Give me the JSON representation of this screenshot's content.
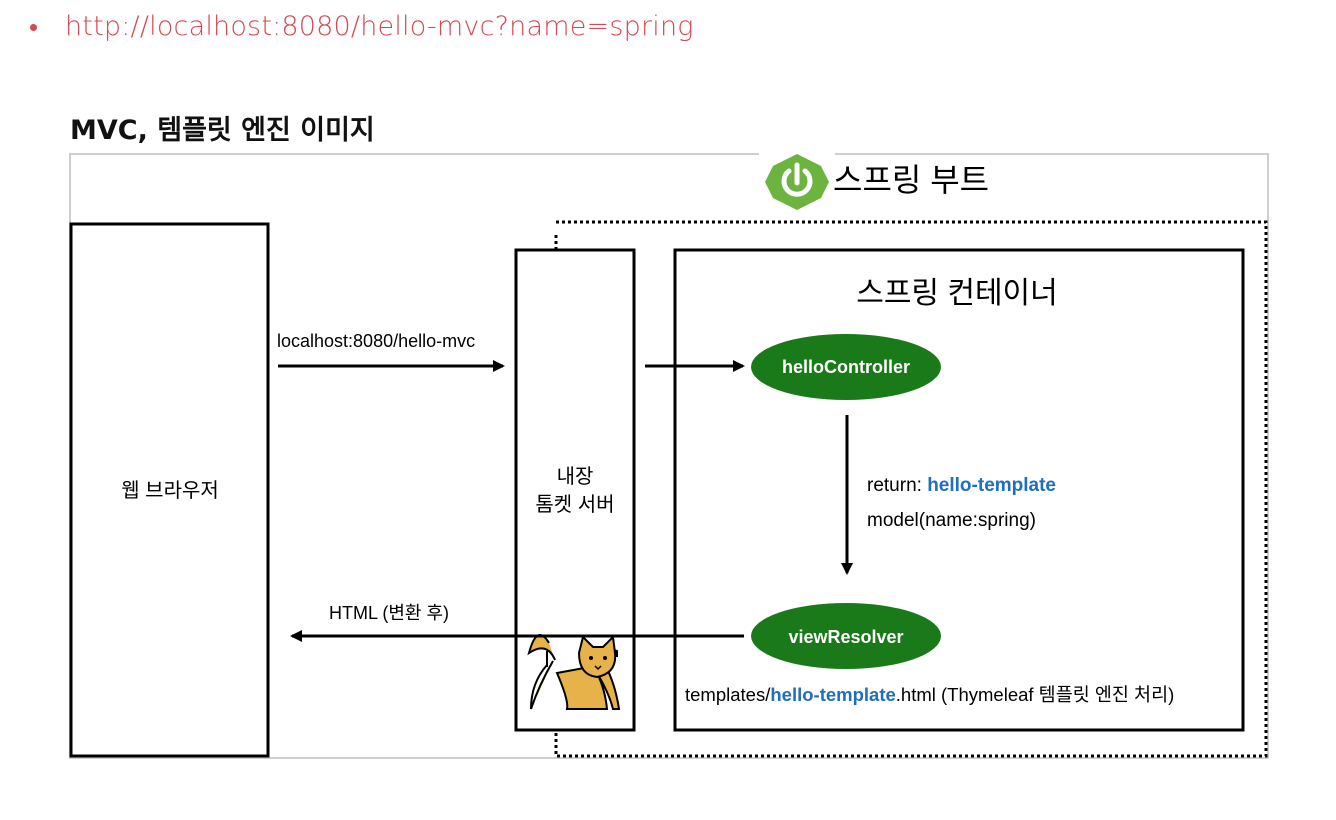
{
  "bullet": {
    "link_text": "http://localhost:8080/hello-mvc?name=spring"
  },
  "section": {
    "title": "MVC, 템플릿 엔진 이미지"
  },
  "diagram": {
    "spring_boot_label": "스프링 부트",
    "browser_label": "웹 브라우저",
    "tomcat_label_line1": "내장",
    "tomcat_label_line2": "톰켓 서버",
    "container_label": "스프링 컨테이너",
    "request_url": "localhost:8080/hello-mvc",
    "controller_label": "helloController",
    "return_prefix": "return: ",
    "return_value": "hello-template",
    "model_label": "model(name:spring)",
    "view_resolver_label": "viewResolver",
    "response_label": "HTML (변환 후)",
    "template_path_prefix": "templates/",
    "template_path_name": "hello-template",
    "template_path_suffix": ".html (Thymeleaf 템플릿 엔진 처리)"
  },
  "colors": {
    "link": "#d9474f",
    "node_green": "#1a7a1a",
    "highlight_blue": "#1f6fbf",
    "spring_green": "#6db33f"
  }
}
